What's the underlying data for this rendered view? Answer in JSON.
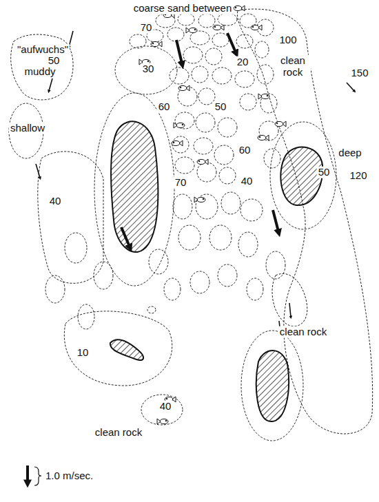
{
  "diagram": {
    "labels": [
      "coarse sand between",
      "70",
      "100",
      "\"aufwuchs\"",
      "50",
      "30",
      "20",
      "clean rock",
      "150",
      "muddy",
      "60",
      "50",
      "shallow",
      "deep",
      "60",
      "50",
      "120",
      "70",
      "40",
      "40",
      "clean rock",
      "10",
      "40",
      "clean rock"
    ],
    "legend": [
      {
        "text": "1.0 m/sec."
      }
    ]
  }
}
